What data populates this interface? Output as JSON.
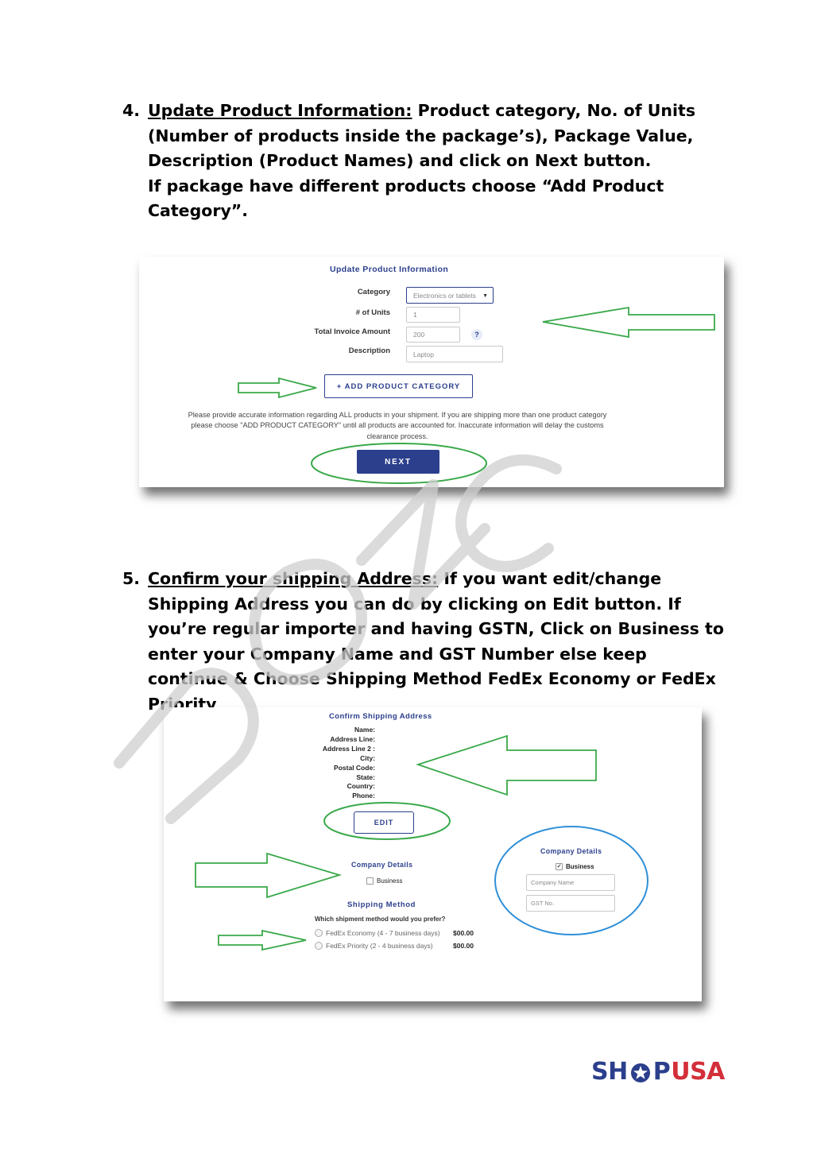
{
  "step4": {
    "number": "4.",
    "heading": "Update Product Information:",
    "body": " Product category, No. of Units (Number of products inside the package’s), Package Value, Description (Product Names) and click on Next button.",
    "line2": "If package have different products choose “Add Product Category”."
  },
  "product_form": {
    "title": "Update Product Information",
    "category_label": "Category",
    "category_value": "Electronics or tablets",
    "units_label": "# of Units",
    "units_value": "1",
    "amount_label": "Total Invoice Amount",
    "amount_value": "200",
    "help_icon": "?",
    "description_label": "Description",
    "description_value": "Laptop",
    "add_category_label": "+ ADD PRODUCT CATEGORY",
    "note_line1": "Please provide accurate information regarding ALL products in your shipment. If you are shipping more than one product category",
    "note_line2": "please choose \"ADD PRODUCT CATEGORY\" until all products are accounted for. Inaccurate information will delay the customs",
    "note_line3": "clearance process.",
    "next_label": "NEXT"
  },
  "step5": {
    "number": "5.",
    "heading": "Confirm your shipping Address:",
    "body": " If you want edit/change Shipping Address you can do by clicking on Edit button. If you’re regular importer and having GSTN, Click on Business to enter your Company Name and GST Number else keep continue & Choose Shipping Method FedEx Economy or FedEx Priority"
  },
  "address_form": {
    "title": "Confirm Shipping Address",
    "labels": [
      "Name:",
      "Address Line:",
      "Address Line 2 :",
      "City:",
      "Postal Code:",
      "State:",
      "Country:",
      "Phone:"
    ],
    "edit_label": "EDIT",
    "company_details_title": "Company Details",
    "business_label": "Business",
    "shipping_method_title": "Shipping Method",
    "shipping_question": "Which shipment method would you prefer?",
    "options": [
      {
        "label": "FedEx Economy (4 - 7 business days)",
        "price": "$00.00"
      },
      {
        "label": "FedEx Priority (2 - 4 business days)",
        "price": "$00.00"
      }
    ],
    "expanded": {
      "title": "Company Details",
      "business_label": "Business",
      "checkmark": "✓",
      "company_name_placeholder": "Company Name",
      "gst_placeholder": "GST No."
    }
  },
  "logo": {
    "left": "SH",
    "right": "USA"
  },
  "colors": {
    "brand_blue": "#2b3f8c",
    "brand_red": "#d32f3a",
    "annotation_green": "#3aa94a",
    "annotation_blue": "#2f8fd8"
  }
}
